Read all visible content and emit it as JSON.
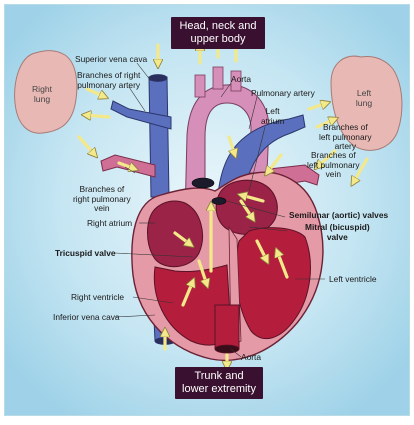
{
  "boxes": {
    "top_line1": "Head, neck and",
    "top_line2": "upper body",
    "bottom_line1": "Trunk and",
    "bottom_line2": "lower extremity"
  },
  "lungs": {
    "right_line1": "Right",
    "right_line2": "lung",
    "left_line1": "Left",
    "left_line2": "lung"
  },
  "labels": {
    "superior_vena_cava": "Superior vena cava",
    "branches_right_pa_1": "Branches of right",
    "branches_right_pa_2": "pulmonary artery",
    "aorta_top": "Aorta",
    "pulmonary_artery": "Pulmonary artery",
    "left_atrium_1": "Left",
    "left_atrium_2": "atrium",
    "branches_left_pa_1": "Branches of",
    "branches_left_pa_2": "left pulmonary",
    "branches_left_pa_3": "artery",
    "branches_left_pv_1": "Branches of",
    "branches_left_pv_2": "left pulmonary",
    "branches_left_pv_3": "vein",
    "branches_right_pv_1": "Branches of",
    "branches_right_pv_2": "right pulmonary",
    "branches_right_pv_3": "vein",
    "right_atrium": "Right atrium",
    "semilunar_valves": "Semilunar (aortic) valves",
    "mitral_valve_1": "Mitral (bicuspid)",
    "mitral_valve_2": "valve",
    "tricuspid_valve": "Tricuspid valve",
    "left_ventricle": "Left ventricle",
    "right_ventricle": "Right ventricle",
    "inferior_vena_cava": "Inferior vena cava",
    "aorta_bottom": "Aorta"
  },
  "colors": {
    "background": "#b6dced",
    "deoxygenated_blue": "#5b6fbf",
    "oxygenated_red": "#b41e3c",
    "aorta_pink": "#d68fb8",
    "lung": "#e8b9b4",
    "myocardium": "#e59aa8",
    "flow_arrow": "#f3e98a",
    "label_box": "#3a1030"
  }
}
